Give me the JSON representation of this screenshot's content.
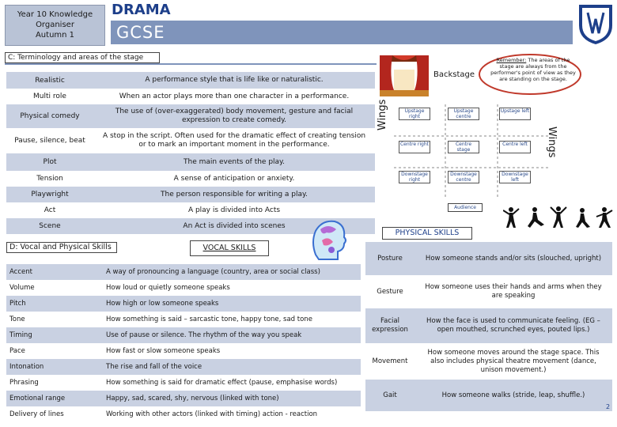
{
  "header": {
    "organiser_lines": [
      "Year 10 Knowledge",
      "Organiser",
      "Autumn 1"
    ],
    "subject": "DRAMA",
    "level": "GCSE"
  },
  "section_c": {
    "title": "C: Terminology and areas of the stage",
    "terms": [
      {
        "term": "Realistic",
        "definition": "A performance style that is life like or naturalistic."
      },
      {
        "term": "Multi role",
        "definition": "When an actor plays more than one character in a performance."
      },
      {
        "term": "Physical comedy",
        "definition": "The use of (over-exaggerated) body movement, gesture and facial expression to create comedy."
      },
      {
        "term": "Pause, silence, beat",
        "definition": "A stop in the script. Often used for the dramatic effect of creating tension or to mark an important moment in the performance."
      },
      {
        "term": "Plot",
        "definition": "The main events of the play."
      },
      {
        "term": "Tension",
        "definition": "A sense of anticipation or anxiety."
      },
      {
        "term": "Playwright",
        "definition": "The person responsible for writing a play."
      },
      {
        "term": "Act",
        "definition": "A play is divided into Acts"
      },
      {
        "term": "Scene",
        "definition": "An Act is divided into scenes"
      }
    ]
  },
  "stage": {
    "backstage_label": "Backstage",
    "remember_lead": "Remember:",
    "remember_text": " The areas of the stage are always from the performer's point of view as they are standing on the stage.",
    "wings_left": "Wings",
    "wings_right": "Wings",
    "cells": [
      [
        "Upstage right",
        "Upstage centre",
        "Upstage left"
      ],
      [
        "Centre right",
        "Centre stage",
        "Centre left"
      ],
      [
        "Downstage right",
        "Downstage centre",
        "Downstage left"
      ]
    ],
    "audience_label": "Audience"
  },
  "section_d": {
    "title": "D: Vocal and Physical Skills",
    "vocal_title": "VOCAL SKILLS",
    "vocal": [
      {
        "term": "Accent",
        "definition": "A way of pronouncing a language (country, area or social class)"
      },
      {
        "term": "Volume",
        "definition": "How loud or quietly someone speaks"
      },
      {
        "term": "Pitch",
        "definition": "How high or low someone speaks"
      },
      {
        "term": "Tone",
        "definition": "How something is said – sarcastic tone, happy tone, sad tone"
      },
      {
        "term": "Timing",
        "definition": "Use of pause or silence. The rhythm of the way you speak"
      },
      {
        "term": "Pace",
        "definition": "How fast or slow someone speaks"
      },
      {
        "term": "Intonation",
        "definition": "The rise and fall of the voice"
      },
      {
        "term": "Phrasing",
        "definition": "How something is said for dramatic effect (pause, emphasise words)"
      },
      {
        "term": "Emotional range",
        "definition": "Happy, sad, scared, shy, nervous (linked with tone)"
      },
      {
        "term": "Delivery of lines",
        "definition": "Working with other actors (linked with timing) action - reaction"
      }
    ],
    "physical_title": "PHYSICAL SKILLS",
    "physical": [
      {
        "term": "Posture",
        "definition": "How someone stands and/or sits (slouched, upright)"
      },
      {
        "term": "Gesture",
        "definition": "How someone uses their hands and arms when they are speaking"
      },
      {
        "term": "Facial expression",
        "definition": "How the face is used to communicate feeling. (EG – open mouthed, scrunched eyes, pouted lips.)"
      },
      {
        "term": "Movement",
        "definition": "How someone moves around the stage space. This also includes physical theatre movement (dance, unison movement.)"
      },
      {
        "term": "Gait",
        "definition": "How someone walks (stride, leap, shuffle.)"
      }
    ]
  },
  "page_number": "2"
}
